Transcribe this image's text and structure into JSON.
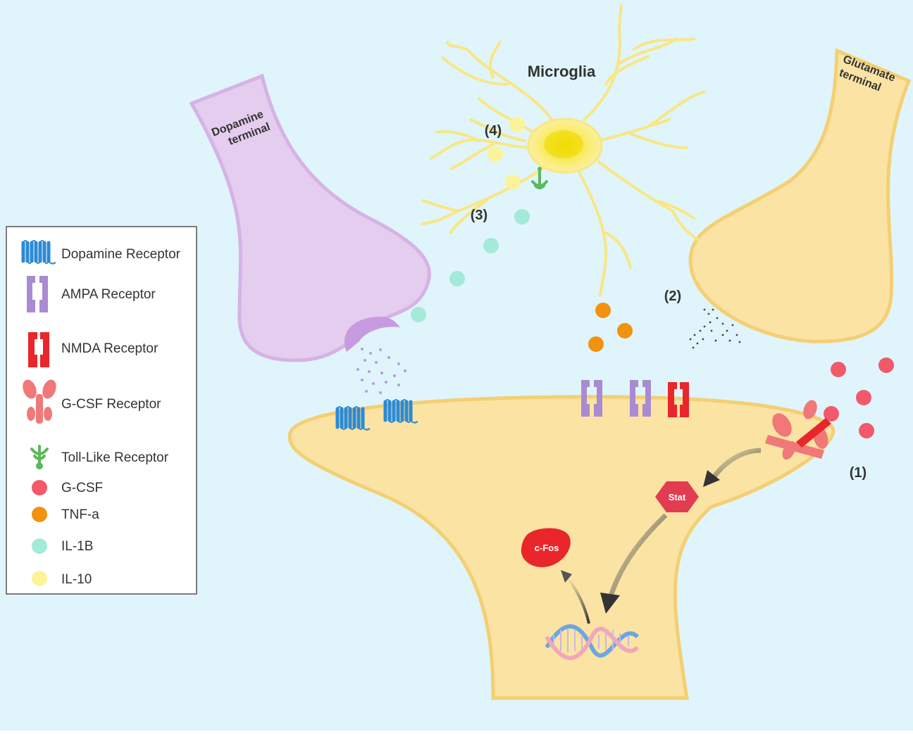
{
  "diagram": {
    "title": "Microglia",
    "dopamine_terminal": [
      "Dopamine",
      "terminal"
    ],
    "glutamate_terminal": [
      "Glutamate",
      "terminal"
    ],
    "steps": [
      "(1)",
      "(2)",
      "(3)",
      "(4)"
    ],
    "intracellular": {
      "stat": "Stat",
      "cfos": "c-Fos"
    }
  },
  "legend": {
    "items": [
      {
        "label": "Dopamine Receptor",
        "icon": "dopamine-receptor-icon",
        "color": "#2c8ad4"
      },
      {
        "label": "AMPA Receptor",
        "icon": "ampa-receptor-icon",
        "color": "#a98bd1"
      },
      {
        "label": "NMDA Receptor",
        "icon": "nmda-receptor-icon",
        "color": "#e8262b"
      },
      {
        "label": "G-CSF Receptor",
        "icon": "gcsf-receptor-icon",
        "color": "#f07878"
      },
      {
        "label": "Toll-Like Receptor",
        "icon": "toll-like-receptor-icon",
        "color": "#5cb85c"
      },
      {
        "label": "G-CSF",
        "icon": "gcsf-dot-icon",
        "color": "#f2596b"
      },
      {
        "label": "TNF-a",
        "icon": "tnfa-dot-icon",
        "color": "#f2920f"
      },
      {
        "label": "IL-1B",
        "icon": "il1b-dot-icon",
        "color": "#a3ead8"
      },
      {
        "label": "IL-10",
        "icon": "il10-dot-icon",
        "color": "#fbf39a"
      }
    ]
  },
  "colors": {
    "background": "#dff5fb",
    "postsynaptic": "#fbe3a4",
    "dopamine_terminal": "#e4cdee",
    "glutamate_terminal": "#fbe3a4",
    "microglia": "#fbee8e"
  }
}
